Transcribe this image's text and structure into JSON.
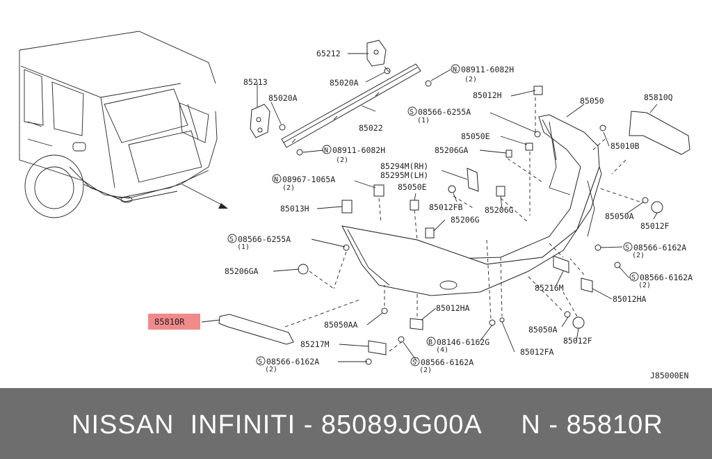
{
  "diagram": {
    "code": "J85000EN",
    "highlight_part": "85810R",
    "parts": [
      {
        "id": "p65212",
        "label": "65212"
      },
      {
        "id": "p08911a",
        "circle": "N",
        "label": "08911-6082H",
        "qty": "(2)"
      },
      {
        "id": "p85213",
        "label": "85213"
      },
      {
        "id": "p85020a1",
        "label": "85020A"
      },
      {
        "id": "p85020a2",
        "label": "85020A"
      },
      {
        "id": "p85022",
        "label": "85022"
      },
      {
        "id": "p08911b",
        "circle": "N",
        "label": "08911-6082H",
        "qty": "(2)"
      },
      {
        "id": "p85012h",
        "label": "85012H"
      },
      {
        "id": "p85050",
        "label": "85050"
      },
      {
        "id": "p85810q",
        "label": "85810Q"
      },
      {
        "id": "p08566a",
        "circle": "S",
        "label": "08566-6255A",
        "qty": "(1)"
      },
      {
        "id": "p85050e1",
        "label": "85050E"
      },
      {
        "id": "p85010b",
        "label": "85010B"
      },
      {
        "id": "p85206ga1",
        "label": "85206GA"
      },
      {
        "id": "p85294m",
        "label": "85294M(RH)"
      },
      {
        "id": "p85295m",
        "label": "85295M(LH)"
      },
      {
        "id": "p08967",
        "circle": "N",
        "label": "08967-1065A",
        "qty": "(2)"
      },
      {
        "id": "p85050e2",
        "label": "85050E"
      },
      {
        "id": "p85012fb",
        "label": "85012FB"
      },
      {
        "id": "p85206g1",
        "label": "85206G"
      },
      {
        "id": "p85013h",
        "label": "85013H"
      },
      {
        "id": "p85206g2",
        "label": "85206G"
      },
      {
        "id": "p85050a1",
        "label": "85050A"
      },
      {
        "id": "p85012f1",
        "label": "85012F"
      },
      {
        "id": "p08566b",
        "circle": "S",
        "label": "08566-6255A",
        "qty": "(1)"
      },
      {
        "id": "p08566c",
        "circle": "S",
        "label": "08566-6162A",
        "qty": "(2)"
      },
      {
        "id": "p85206ga2",
        "label": "85206GA"
      },
      {
        "id": "p08566d",
        "circle": "S",
        "label": "08566-6162A",
        "qty": "(2)"
      },
      {
        "id": "p85216m",
        "label": "85216M"
      },
      {
        "id": "p85012ha1",
        "label": "85012HA"
      },
      {
        "id": "p85012ha2",
        "label": "85012HA"
      },
      {
        "id": "p85810r",
        "label": "85810R"
      },
      {
        "id": "p85050aa",
        "label": "85050AA"
      },
      {
        "id": "p85050a2",
        "label": "85050A"
      },
      {
        "id": "p08146",
        "circle": "B",
        "label": "08146-6162G",
        "qty": "(4)"
      },
      {
        "id": "p85012f2",
        "label": "85012F"
      },
      {
        "id": "p85217m",
        "label": "85217M"
      },
      {
        "id": "p85012fa",
        "label": "85012FA"
      },
      {
        "id": "p08566e",
        "circle": "S",
        "label": "08566-6162A",
        "qty": "(2)"
      },
      {
        "id": "p08566f",
        "circle": "S",
        "label": "08566-6162A",
        "qty": "(2)"
      }
    ]
  },
  "footer": {
    "text": "NISSAN  INFINITI - 85089JG00A     N - 85810R"
  }
}
